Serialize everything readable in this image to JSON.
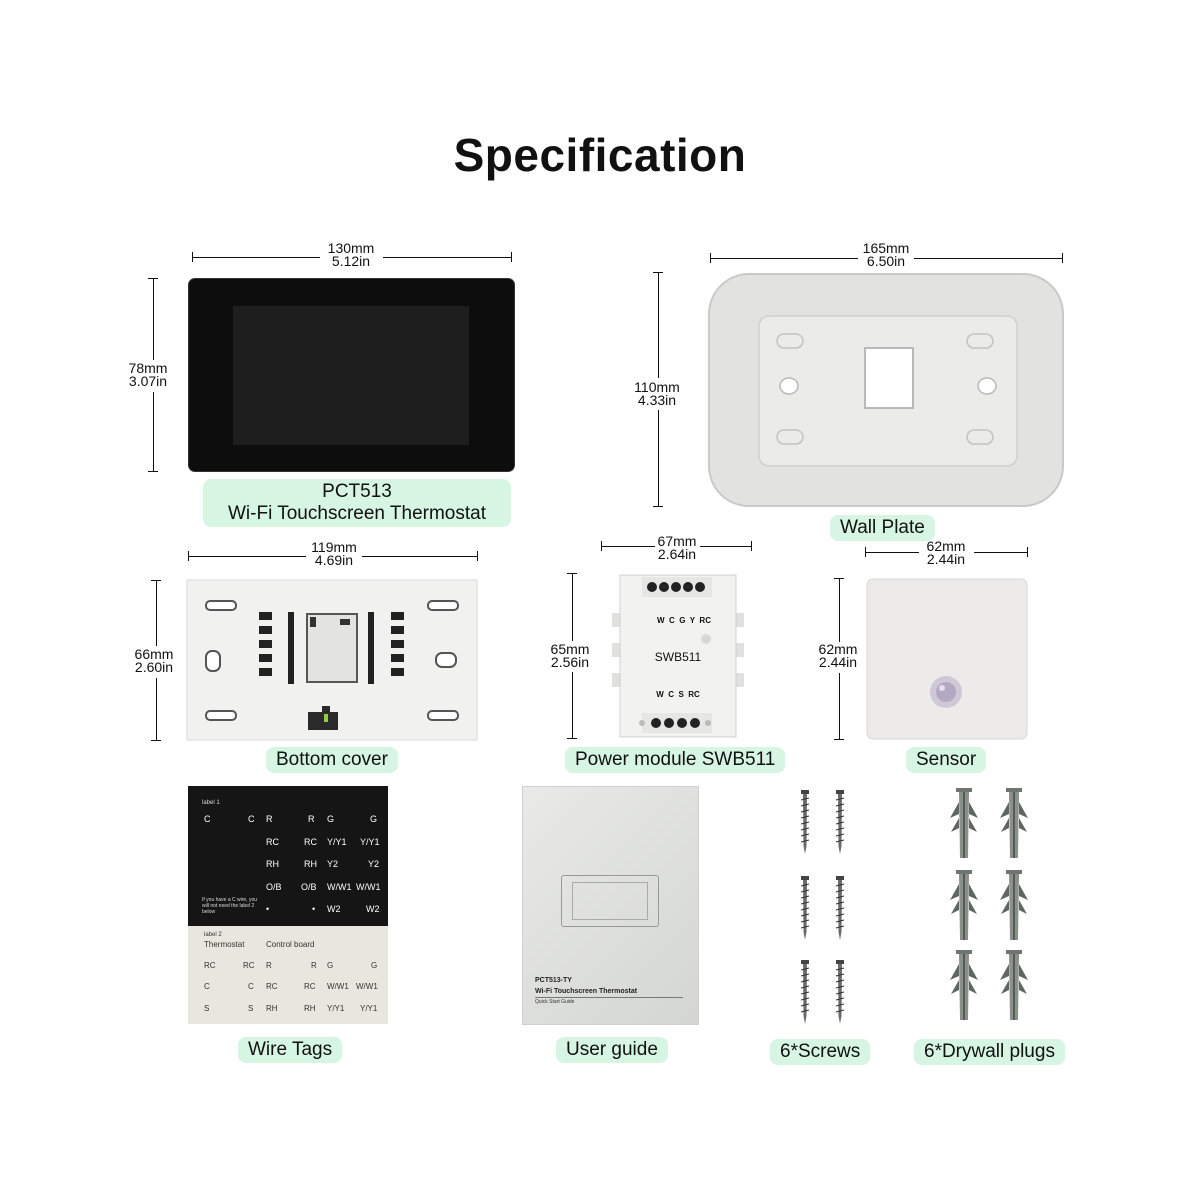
{
  "title": "Specification",
  "thermostat": {
    "width_mm": "130mm",
    "width_in": "5.12in",
    "height_mm": "78mm",
    "height_in": "3.07in",
    "label_line1": "PCT513",
    "label_line2": "Wi-Fi Touchscreen Thermostat"
  },
  "wall_plate": {
    "width_mm": "165mm",
    "width_in": "6.50in",
    "height_mm": "110mm",
    "height_in": "4.33in",
    "label": "Wall Plate"
  },
  "bottom_cover": {
    "width_mm": "119mm",
    "width_in": "4.69in",
    "height_mm": "66mm",
    "height_in": "2.60in",
    "label": "Bottom cover"
  },
  "power_module": {
    "width_mm": "67mm",
    "width_in": "2.64in",
    "height_mm": "65mm",
    "height_in": "2.56in",
    "model": "SWB511",
    "top_terminals": "W  C  G  Y  RC",
    "bottom_terminals": "W  C  S  RC",
    "label": "Power module SWB511"
  },
  "sensor": {
    "width_mm": "62mm",
    "width_in": "2.44in",
    "height_mm": "62mm",
    "height_in": "2.44in",
    "label": "Sensor"
  },
  "wire_tags": {
    "label": "Wire Tags",
    "label1": "label 1",
    "label2": "label 2",
    "note": "If you have a C wire, you will not need the label 2 below",
    "thermostat_header": "Thermostat",
    "control_board_header": "Control board"
  },
  "user_guide": {
    "label": "User guide",
    "line1": "PCT513-TY",
    "line2": "Wi-Fi Touchscreen Thermostat",
    "line3": "Quick Start Guide"
  },
  "screws": {
    "label": "6*Screws"
  },
  "plugs": {
    "label": "6*Drywall plugs"
  },
  "colors": {
    "label_bg": "#d6f5e3",
    "screen": "#111111"
  }
}
